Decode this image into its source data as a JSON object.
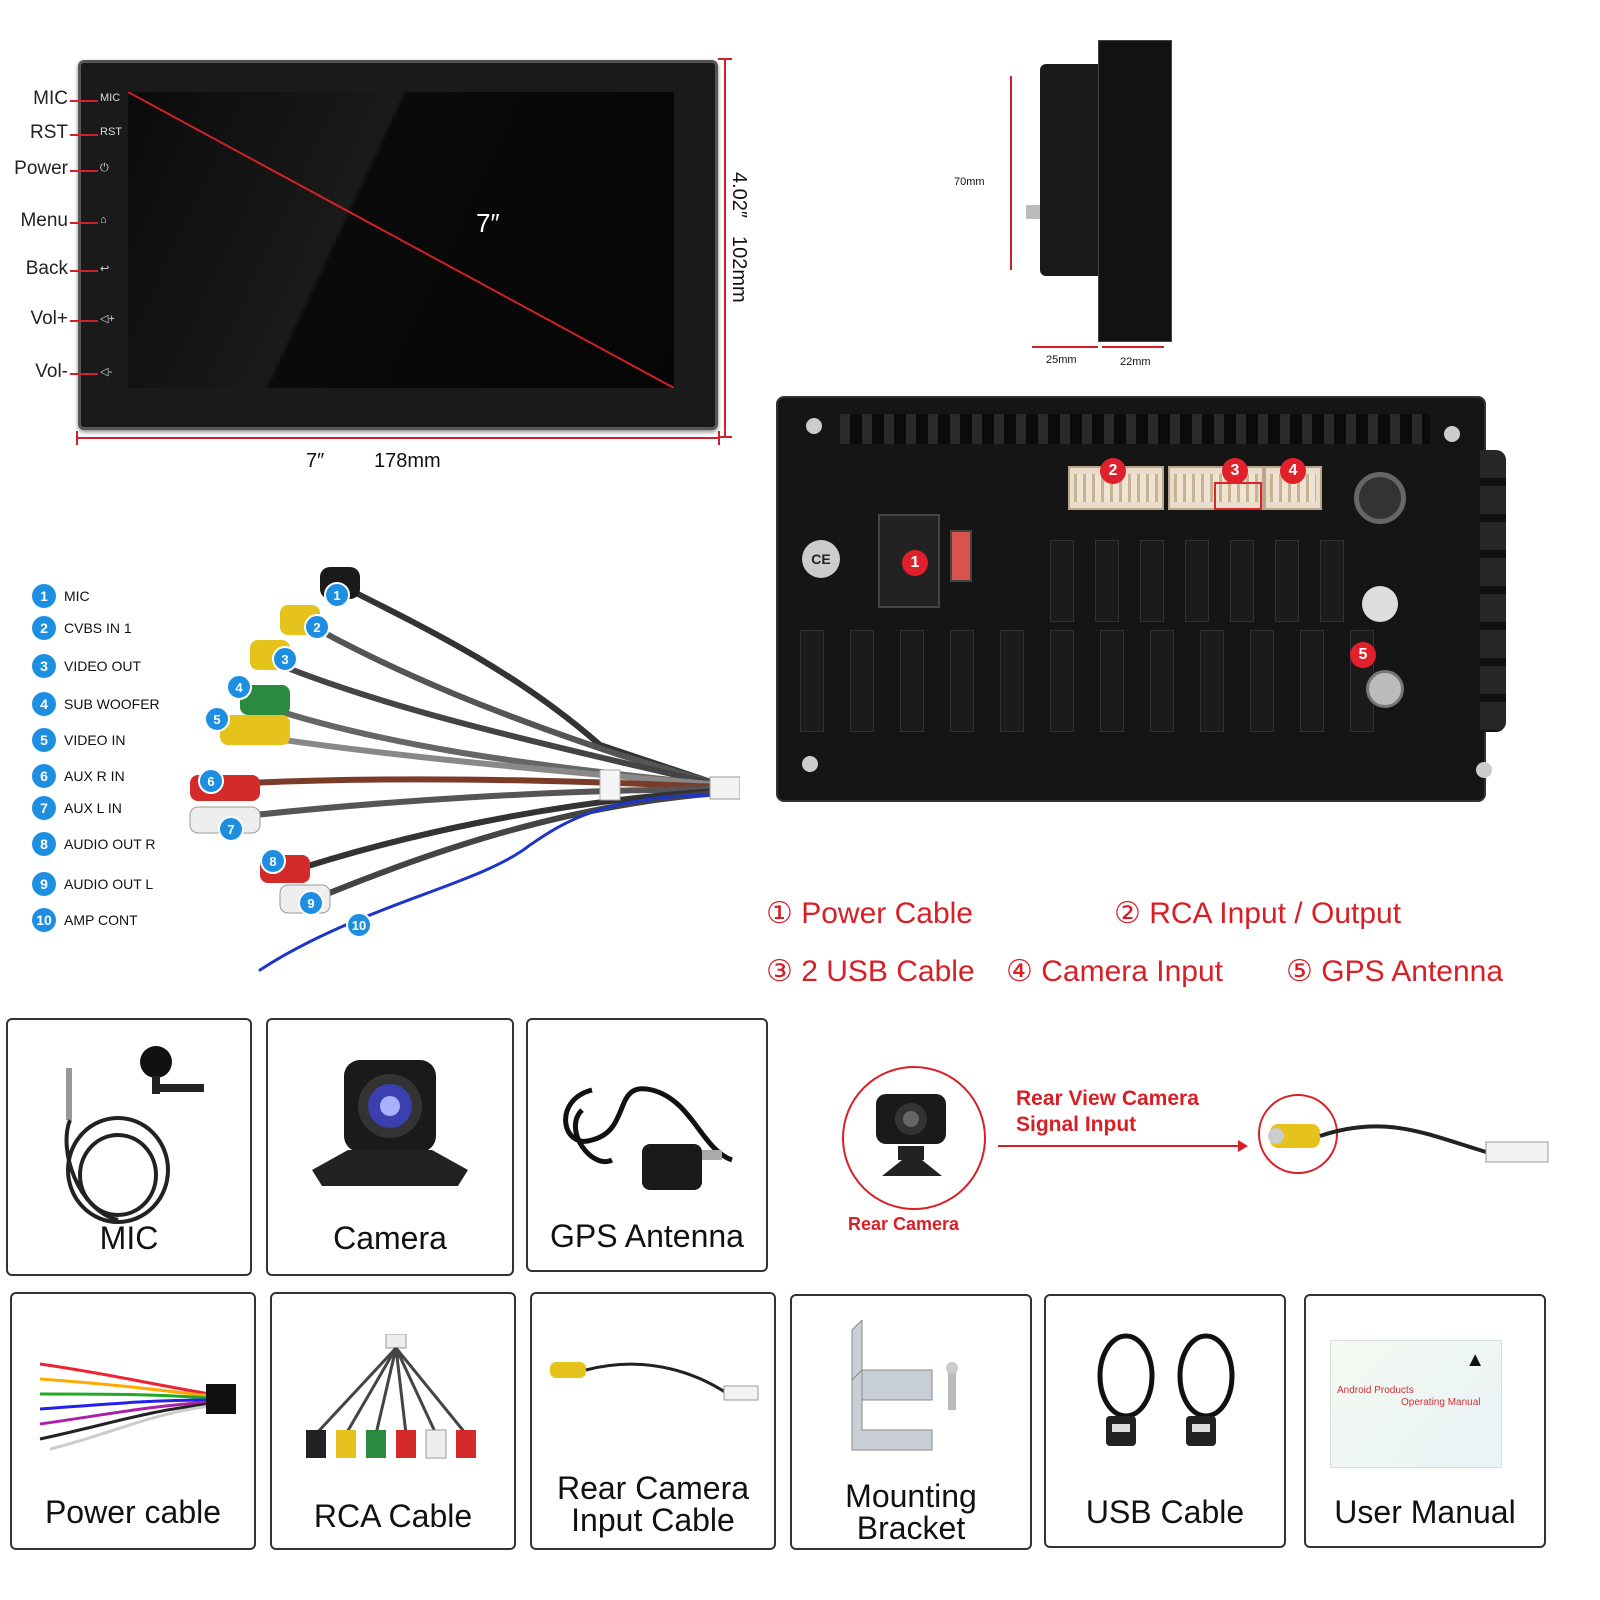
{
  "front": {
    "side_buttons": [
      {
        "label": "MIC",
        "icon": "MIC"
      },
      {
        "label": "RST",
        "icon": "RST"
      },
      {
        "label": "Power",
        "icon": "⏻"
      },
      {
        "label": "Menu",
        "icon": "⌂"
      },
      {
        "label": "Back",
        "icon": "↩"
      },
      {
        "label": "Vol+",
        "icon": "◁+"
      },
      {
        "label": "Vol-",
        "icon": "◁-"
      }
    ],
    "diagonal": "7″",
    "height_in": "4.02″",
    "height_mm": "102mm",
    "width_in": "7″",
    "width_mm": "178mm"
  },
  "side_view": {
    "height": "70mm",
    "depth_a": "25mm",
    "depth_b": "22mm"
  },
  "rca_legend": [
    {
      "num": "1",
      "label": "MIC"
    },
    {
      "num": "2",
      "label": "CVBS IN 1"
    },
    {
      "num": "3",
      "label": "VIDEO OUT"
    },
    {
      "num": "4",
      "label": "SUB WOOFER"
    },
    {
      "num": "5",
      "label": "VIDEO IN"
    },
    {
      "num": "6",
      "label": "AUX R IN"
    },
    {
      "num": "7",
      "label": "AUX L IN"
    },
    {
      "num": "8",
      "label": "AUDIO OUT R"
    },
    {
      "num": "9",
      "label": "AUDIO OUT L"
    },
    {
      "num": "10",
      "label": "AMP CONT"
    }
  ],
  "back_badges": [
    "1",
    "2",
    "3",
    "4",
    "5"
  ],
  "ports": [
    "① Power Cable",
    "② RCA Input / Output",
    "③ 2 USB Cable",
    "④ Camera Input",
    "⑤ GPS Antenna"
  ],
  "rear_camera": {
    "signal_label": "Rear View Camera Signal Input",
    "camera_label": "Rear Camera"
  },
  "accessories_row1": [
    "MIC",
    "Camera",
    "GPS Antenna"
  ],
  "accessories_row2": [
    "Power cable",
    "RCA Cable",
    "Rear Camera Input Cable",
    "Mounting Bracket",
    "USB Cable",
    "User Manual"
  ],
  "manual_text": {
    "line1": "Android Products",
    "line2": "Operating Manual"
  },
  "colors": {
    "accent_red": "#d81f26",
    "legend_blue": "#1e8fe0"
  }
}
